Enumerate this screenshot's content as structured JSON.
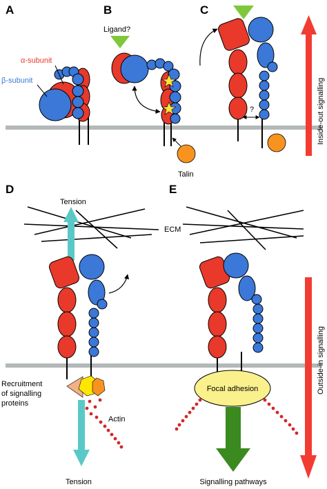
{
  "panels": {
    "a": "A",
    "b": "B",
    "c": "C",
    "d": "D",
    "e": "E"
  },
  "labels": {
    "alpha_subunit": "α-subunit",
    "beta_subunit": "β-subunit",
    "ligand": "Ligand?",
    "talin": "Talin",
    "question": "?",
    "inside_out": "Inside-out signalling",
    "outside_in": "Outside-in signalling",
    "tension_top": "Tension",
    "tension_bottom": "Tension",
    "ecm": "ECM",
    "recruitment": [
      "Recruitment",
      "of signalling",
      "proteins"
    ],
    "actin": "Actin",
    "focal_adhesion": "Focal adhesion",
    "signalling_pathways": "Signalling pathways"
  },
  "colors": {
    "alpha": "#e8392b",
    "beta": "#3b78d8",
    "membrane": "#b3b8b8",
    "ligand": "#7ec83a",
    "talin": "#f7931e",
    "star": "#ffe13a",
    "red_arrow": "#f23c32",
    "tension_arrow": "#5bc8c8",
    "focal_adhesion": "#faf08c",
    "green_arrow": "#3a8a1f",
    "actin": "#d22828",
    "adaptor_peach": "#f4b183",
    "adaptor_yellow": "#ffe600",
    "adaptor_orange": "#f7931e"
  }
}
